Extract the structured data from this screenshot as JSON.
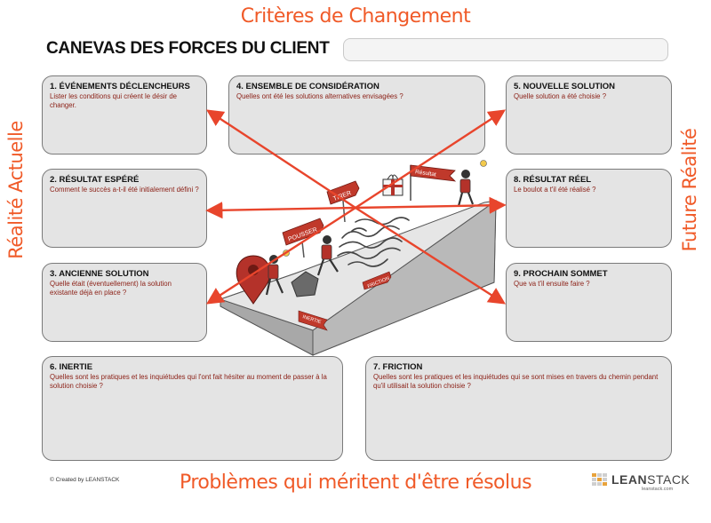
{
  "titles": {
    "top": "Critères de Changement",
    "bottom": "Problèmes qui méritent d'être résolus",
    "left": "Réalité Actuelle",
    "right": "Future Réalité"
  },
  "canvas": {
    "title": "CANEVAS DES FORCES DU CLIENT",
    "name_value": ""
  },
  "boxes": {
    "b1": {
      "label": "1. ÉVÉNEMENTS DÉCLENCHEURS",
      "question": "Lister les conditions qui créent le désir de changer."
    },
    "b2": {
      "label": "2. RÉSULTAT ESPÉRÉ",
      "question": "Comment le succès a-t-il été initialement défini ?"
    },
    "b3": {
      "label": "3. ANCIENNE SOLUTION",
      "question": "Quelle était (éventuellement) la solution existante déjà en place ?"
    },
    "b4": {
      "label": "4. ENSEMBLE DE CONSIDÉRATION",
      "question": "Quelles ont été les solutions alternatives envisagées ?"
    },
    "b5": {
      "label": "5. NOUVELLE SOLUTION",
      "question": "Quelle solution a été choisie ?"
    },
    "b6": {
      "label": "6. INERTIE",
      "question": "Quelles sont les pratiques et les inquiétudes qui l'ont fait hésiter au moment de passer à la solution choisie ?"
    },
    "b7": {
      "label": "7. FRICTION",
      "question": "Quelles sont les pratiques et les inquiétudes qui se sont mises en travers du chemin pendant qu'il utilisait la solution choisie ?"
    },
    "b8": {
      "label": "8. RÉSULTAT RÉEL",
      "question": "Le boulot a t'il été réalisé ?"
    },
    "b9": {
      "label": "9. PROCHAIN SOMMET",
      "question": "Que va t'il ensuite faire ?"
    }
  },
  "signs": {
    "pousser": "POUSSER",
    "tirer": "TIRER",
    "resultat": "Résultat",
    "inertie": "INERTIE",
    "friction": "FRICTION"
  },
  "footer": {
    "credit": "© Created by LEANSTACK",
    "brand_bold": "LEAN",
    "brand_light": "STACK",
    "url": "leanstack.com"
  },
  "colors": {
    "accent": "#f05a28",
    "box_fill": "#e4e4e4",
    "question_text": "#8a1e14",
    "sign_red": "#c0392b"
  }
}
